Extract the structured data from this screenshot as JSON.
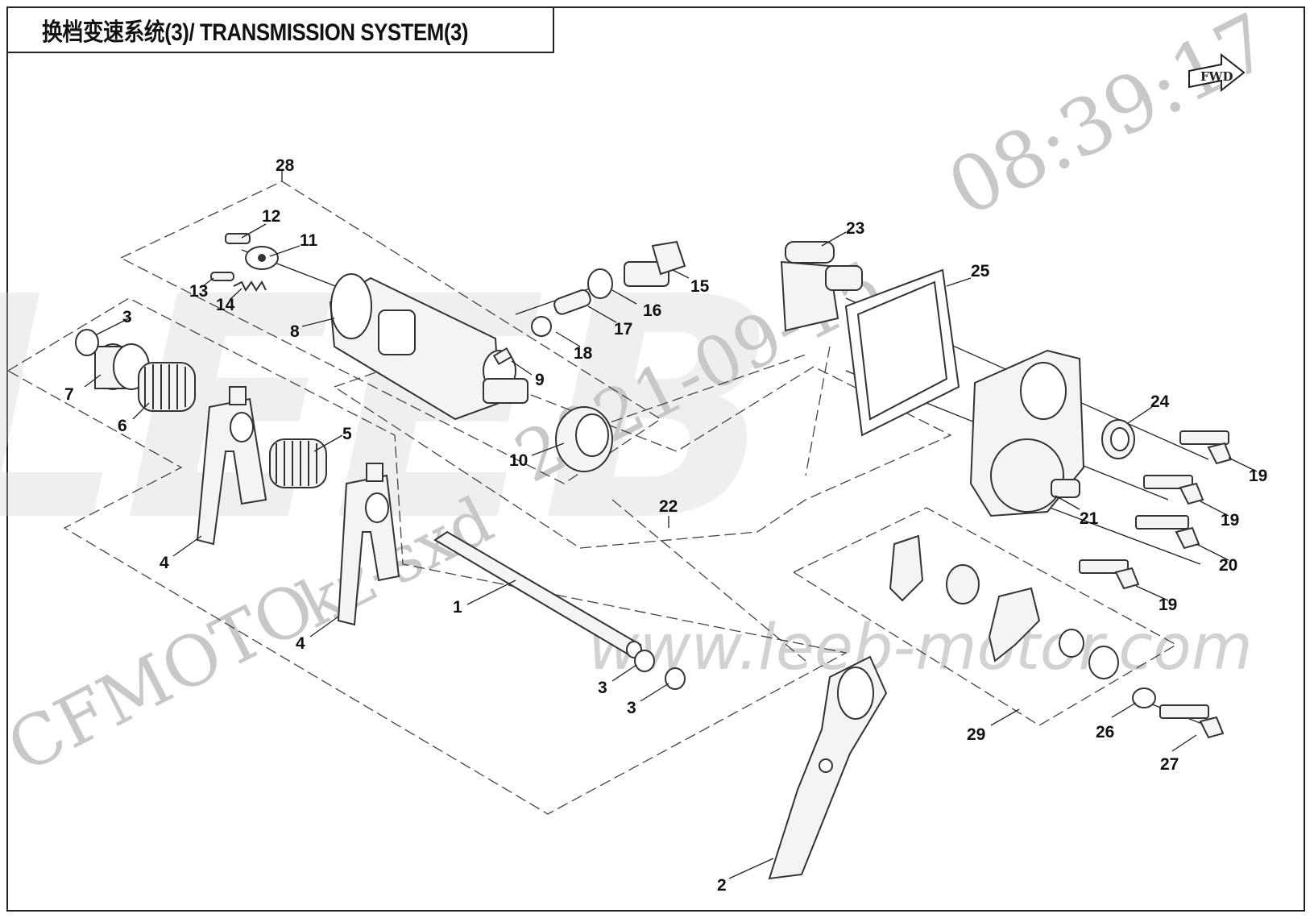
{
  "title": "换档变速系统(3)/ TRANSMISSION SYSTEM(3)",
  "fwd_label": "FWD",
  "watermarks": {
    "timestamp": "08:39:17",
    "date": "2021-09-15",
    "brand": "CFMOTO",
    "user": "kz-sxd",
    "website": "www.leeb-motor.com",
    "logo": "LEEB"
  },
  "callouts": {
    "c1": "1",
    "c2": "2",
    "c3a": "3",
    "c3b": "3",
    "c3c": "3",
    "c4a": "4",
    "c4b": "4",
    "c5": "5",
    "c6": "6",
    "c7": "7",
    "c8": "8",
    "c9": "9",
    "c10": "10",
    "c11": "11",
    "c12": "12",
    "c13": "13",
    "c14": "14",
    "c15": "15",
    "c16": "16",
    "c17": "17",
    "c18": "18",
    "c19a": "19",
    "c19b": "19",
    "c19c": "19",
    "c20": "20",
    "c21": "21",
    "c22": "22",
    "c23": "23",
    "c24": "24",
    "c25": "25",
    "c26": "26",
    "c27": "27",
    "c28": "28",
    "c29": "29"
  }
}
